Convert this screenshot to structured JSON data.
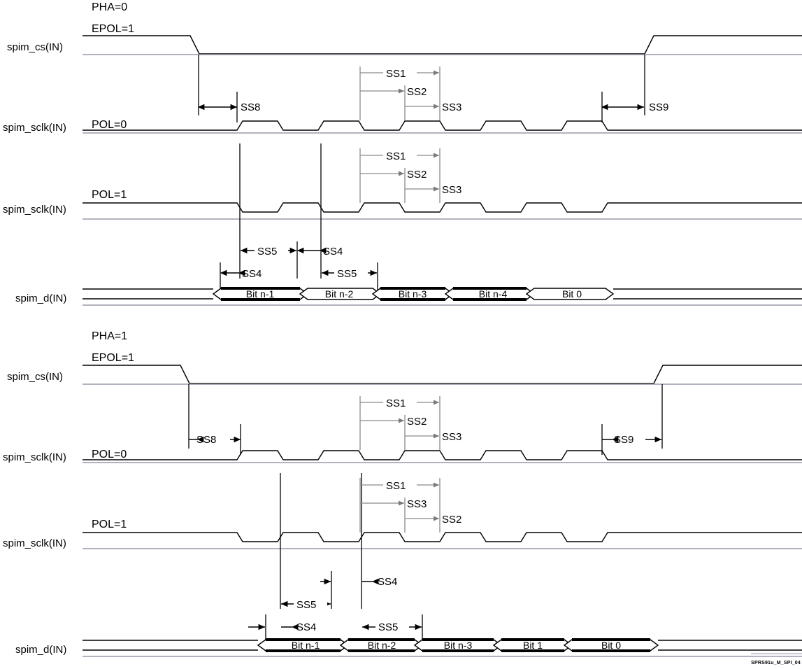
{
  "figure": {
    "footer_id": "SPRS91u_M_SPI_04",
    "colors": {
      "wave": "#000000",
      "baseline": "#9a9aa8",
      "guide_grey": "#8a8a8a",
      "cell_bar": "#000000",
      "background": "#ffffff"
    }
  },
  "diagrams": [
    {
      "id": "pha0",
      "mode_labels": {
        "pha": "PHA=0",
        "epol": "EPOL=1"
      },
      "signals": [
        {
          "name": "spim_cs(IN)",
          "sub_label": ""
        },
        {
          "name": "spim_sclk(IN)",
          "sub_label": "POL=0"
        },
        {
          "name": "spim_sclk(IN)",
          "sub_label": "POL=1"
        },
        {
          "name": "spim_d(IN)",
          "sub_label": ""
        }
      ],
      "timing_params": {
        "cs_to_sclk": "SS8",
        "sclk_to_cs": "SS9",
        "clk_high_pol0": [
          "SS1",
          "SS2",
          "SS3"
        ],
        "clk_high_pol1": [
          "SS1",
          "SS2",
          "SS3"
        ],
        "data_setup_hold_upper": [
          "SS5",
          "SS4"
        ],
        "data_setup_hold_lower": [
          "SS4",
          "SS5"
        ]
      },
      "data_bits": [
        {
          "label": "Bit n-1",
          "filled": true
        },
        {
          "label": "Bit n-2",
          "filled": false
        },
        {
          "label": "Bit n-3",
          "filled": true
        },
        {
          "label": "Bit n-4",
          "filled": true
        },
        {
          "label": "Bit 0",
          "filled": false
        }
      ]
    },
    {
      "id": "pha1",
      "mode_labels": {
        "pha": "PHA=1",
        "epol": "EPOL=1"
      },
      "signals": [
        {
          "name": "spim_cs(IN)",
          "sub_label": ""
        },
        {
          "name": "spim_sclk(IN)",
          "sub_label": "POL=0"
        },
        {
          "name": "spim_sclk(IN)",
          "sub_label": "POL=1"
        },
        {
          "name": "spim_d(IN)",
          "sub_label": ""
        }
      ],
      "timing_params": {
        "cs_to_sclk": "SS8",
        "sclk_to_cs": "SS9",
        "clk_high_pol0": [
          "SS1",
          "SS2",
          "SS3"
        ],
        "clk_high_pol1": [
          "SS1",
          "SS3",
          "SS2"
        ],
        "data_setup_hold_top": [
          "SS4"
        ],
        "data_setup_hold_upper": [
          "SS5"
        ],
        "data_setup_hold_lower": [
          "SS4",
          "SS5"
        ]
      },
      "data_bits": [
        {
          "label": "Bit n-1",
          "filled": true
        },
        {
          "label": "Bit n-2",
          "filled": true
        },
        {
          "label": "Bit n-3",
          "filled": true
        },
        {
          "label": "Bit 1",
          "filled": true
        },
        {
          "label": "Bit 0",
          "filled": true
        }
      ]
    }
  ]
}
